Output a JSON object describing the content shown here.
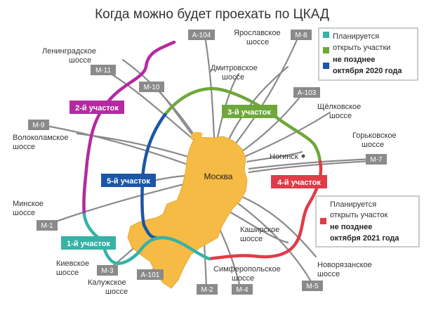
{
  "title": "Когда можно будет проехать по ЦКАД",
  "city": "Москва",
  "town": "Ногинск",
  "colors": {
    "moscow_fill": "#f6bb45",
    "road": "#8a8a8a",
    "shield": "#8a8a8a",
    "section_1": "#36b2a6",
    "section_2": "#b42aa1",
    "section_3": "#6fa73b",
    "section_4": "#e03b48",
    "section_5": "#1b56a8"
  },
  "sections": {
    "s1": "1-й участок",
    "s2": "2-й участок",
    "s3": "3-й участок",
    "s4": "4-й участок",
    "s5": "5-й участок"
  },
  "highways": {
    "leningradskoe": [
      "Ленинградское",
      "шоссе"
    ],
    "yaroslavskoe": [
      "Ярославское",
      "шоссе"
    ],
    "dmitrovskoe": [
      "Дмитровское",
      "шоссе"
    ],
    "shchelkovskoe": [
      "Щёлковское",
      "шоссе"
    ],
    "gorkovskoe": [
      "Горьковское",
      "шоссе"
    ],
    "volokolamskoe": [
      "Волоколамское",
      "шоссе"
    ],
    "minskoe": [
      "Минское",
      "шоссе"
    ],
    "kievskoe": [
      "Киевское",
      "шоссе"
    ],
    "kaluzhskoe": [
      "Калужское",
      "шоссе"
    ],
    "simferopolskoe": [
      "Симферопольское",
      "шоссе"
    ],
    "kashirskoe": [
      "Каширское",
      "шоссе"
    ],
    "novoryazanskoe": [
      "Новорязанское",
      "шоссе"
    ]
  },
  "shields": {
    "a104": "А-104",
    "m8": "М-8",
    "m11": "М-11",
    "m10": "М-10",
    "a103": "А-103",
    "m9": "М-9",
    "m7": "М-7",
    "m1": "М-1",
    "m3": "М-3",
    "a101": "А-101",
    "m2": "М-2",
    "m4": "М-4",
    "m5": "М-5"
  },
  "legend": {
    "group_2020": {
      "line1": "Планируется",
      "line2": "открыть участки",
      "bold1": "не позднее",
      "bold2": "октября 2020 года",
      "swatches": [
        "#36b2a6",
        "#6fa73b",
        "#1b56a8"
      ]
    },
    "group_2021": {
      "line1": "Планируется",
      "line2": "открыть участок",
      "bold1": "не позднее",
      "bold2": "октября 2021 года",
      "swatch": "#e03b48"
    }
  }
}
